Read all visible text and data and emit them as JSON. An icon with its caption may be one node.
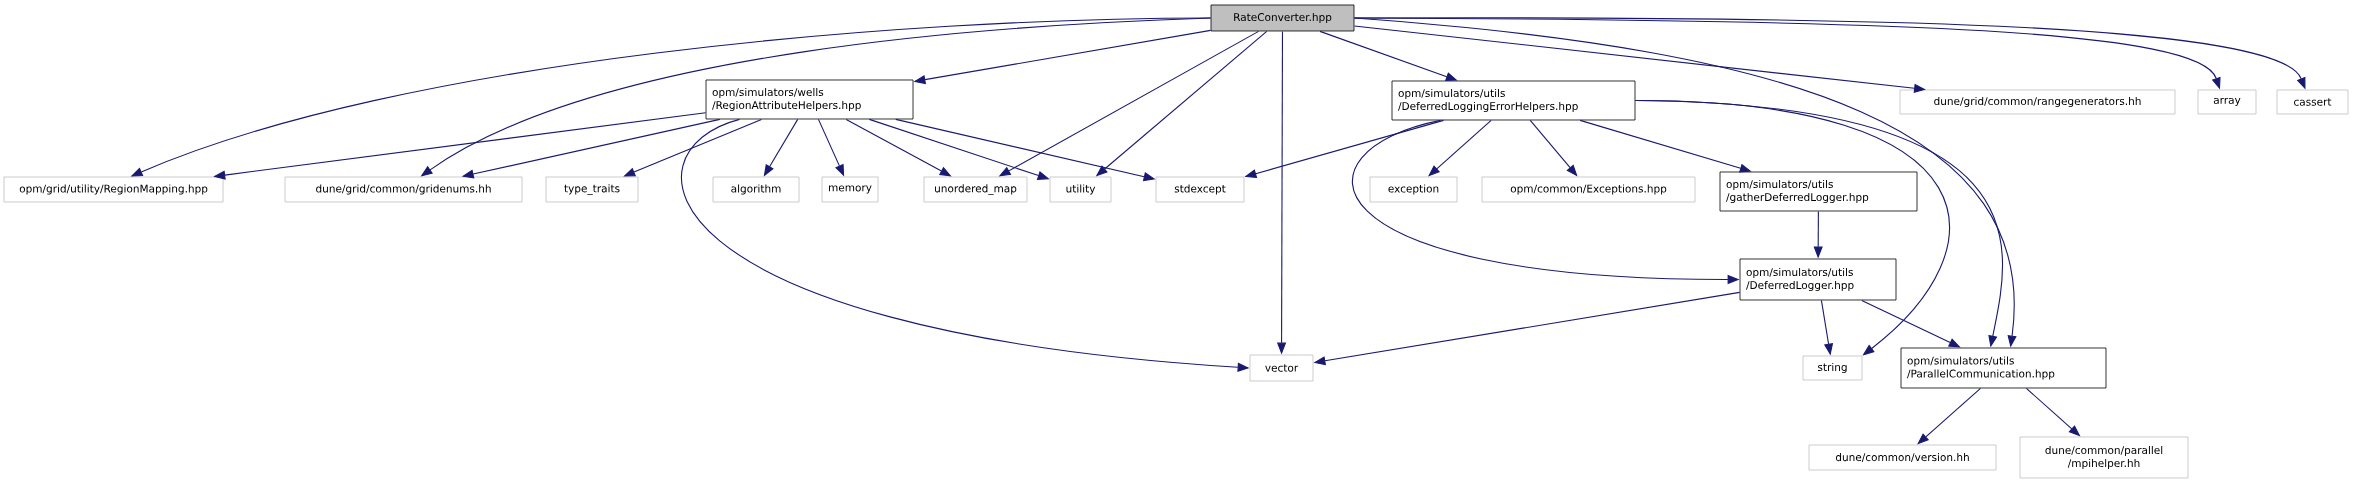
{
  "diagram": {
    "nodes": [
      {
        "text": [
          "RateConverter.hpp"
        ]
      },
      {
        "text": [
          "opm/simulators/wells /RegionAttributeHelpers.hpp"
        ]
      },
      {
        "text": [
          "opm/simulators/utils /DeferredLoggingErrorHelpers.hpp"
        ]
      },
      {
        "text": [
          "dune/grid/common/rangegenerators.hh"
        ]
      },
      {
        "text": [
          "array"
        ]
      },
      {
        "text": [
          "cassert"
        ]
      },
      {
        "text": [
          "opm/grid/utility/RegionMapping.hpp"
        ]
      },
      {
        "text": [
          "dune/grid/common/gridenums.hh"
        ]
      },
      {
        "text": [
          "type_traits"
        ]
      },
      {
        "text": [
          "algorithm"
        ]
      },
      {
        "text": [
          "memory"
        ]
      },
      {
        "text": [
          "unordered_map"
        ]
      },
      {
        "text": [
          "utility"
        ]
      },
      {
        "text": [
          "stdexcept"
        ]
      },
      {
        "text": [
          "exception"
        ]
      },
      {
        "text": [
          "opm/common/Exceptions.hpp"
        ]
      },
      {
        "text": [
          "opm/simulators/utils /gatherDeferredLogger.hpp"
        ]
      },
      {
        "text": [
          "opm/simulators/utils /DeferredLogger.hpp"
        ]
      },
      {
        "text": [
          "vector"
        ]
      },
      {
        "text": [
          "string"
        ]
      },
      {
        "text": [
          "opm/simulators/utils /ParallelCommunication.hpp"
        ]
      },
      {
        "text": [
          "dune/common/version.hh"
        ]
      },
      {
        "text": [
          "dune/common/parallel /mpihelper.hh"
        ]
      }
    ],
    "edges": [
      {
        "from": 0,
        "to": 1,
        "arrow": "to"
      },
      {
        "from": 0,
        "to": 6,
        "arrow": "to"
      },
      {
        "from": 0,
        "to": 7,
        "arrow": "to"
      },
      {
        "from": 0,
        "to": 11,
        "arrow": "to"
      },
      {
        "from": 0,
        "to": 12,
        "arrow": "to"
      },
      {
        "from": 0,
        "to": 18,
        "arrow": "to"
      },
      {
        "from": 0,
        "to": 2,
        "arrow": "to"
      },
      {
        "from": 0,
        "to": 20,
        "arrow": "to"
      },
      {
        "from": 0,
        "to": 3,
        "arrow": "to"
      },
      {
        "from": 0,
        "to": 4,
        "arrow": "to"
      },
      {
        "from": 0,
        "to": 5,
        "arrow": "to"
      },
      {
        "from": 1,
        "to": 6,
        "arrow": "to"
      },
      {
        "from": 1,
        "to": 7,
        "arrow": "to"
      },
      {
        "from": 1,
        "to": 8,
        "arrow": "to"
      },
      {
        "from": 1,
        "to": 18,
        "arrow": "to"
      },
      {
        "from": 1,
        "to": 9,
        "arrow": "to"
      },
      {
        "from": 1,
        "to": 10,
        "arrow": "to"
      },
      {
        "from": 1,
        "to": 11,
        "arrow": "to"
      },
      {
        "from": 1,
        "to": 12,
        "arrow": "to"
      },
      {
        "from": 1,
        "to": 13,
        "arrow": "to"
      },
      {
        "from": 2,
        "to": 13,
        "arrow": "to"
      },
      {
        "from": 2,
        "to": 17,
        "arrow": "to"
      },
      {
        "from": 2,
        "to": 14,
        "arrow": "to"
      },
      {
        "from": 2,
        "to": 15,
        "arrow": "to"
      },
      {
        "from": 2,
        "to": 16,
        "arrow": "to"
      },
      {
        "from": 2,
        "to": 19,
        "arrow": "to"
      },
      {
        "from": 2,
        "to": 20,
        "arrow": "to"
      },
      {
        "from": 16,
        "to": 17,
        "arrow": "to"
      },
      {
        "from": 17,
        "to": 18,
        "arrow": "to"
      },
      {
        "from": 17,
        "to": 19,
        "arrow": "to"
      },
      {
        "from": 17,
        "to": 20,
        "arrow": "to"
      },
      {
        "from": 20,
        "to": 21,
        "arrow": "to"
      },
      {
        "from": 20,
        "to": 22,
        "arrow": "to"
      }
    ]
  }
}
